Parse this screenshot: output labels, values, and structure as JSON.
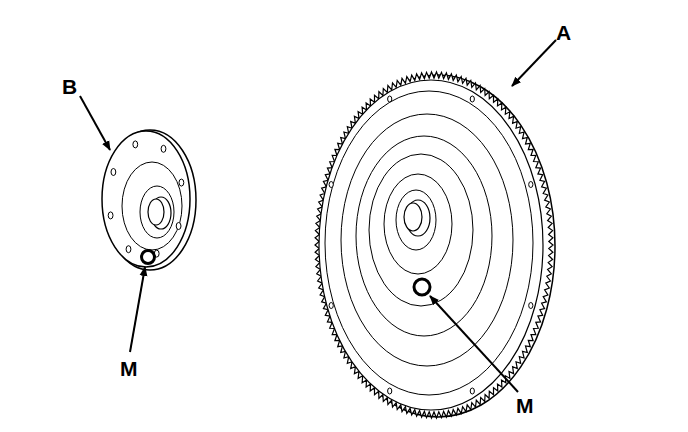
{
  "diagram": {
    "labels": [
      "A",
      "B",
      "M",
      "M"
    ]
  }
}
